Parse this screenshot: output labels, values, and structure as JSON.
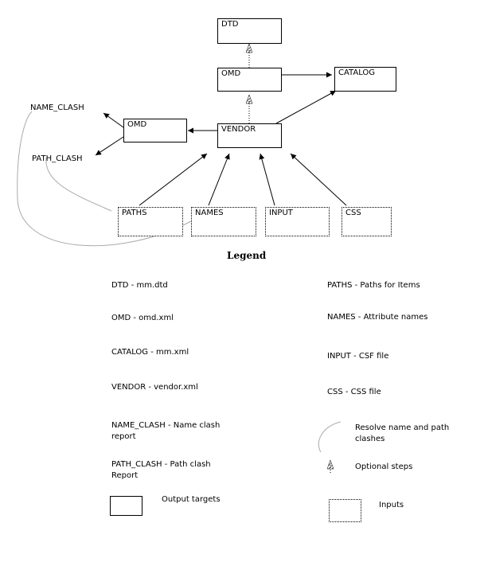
{
  "diagram": {
    "nodes": {
      "dtd": "DTD",
      "omd_top": "OMD",
      "catalog": "CATALOG",
      "omd_left": "OMD",
      "vendor": "VENDOR",
      "paths": "PATHS",
      "names": "NAMES",
      "input": "INPUT",
      "css": "CSS"
    },
    "outputs": {
      "name_clash": "NAME_CLASH",
      "path_clash": "PATH_CLASH"
    }
  },
  "legend": {
    "title": "Legend",
    "left": [
      "DTD - mm.dtd",
      "OMD - omd.xml",
      "CATALOG - mm.xml",
      "VENDOR - vendor.xml",
      "NAME_CLASH - Name clash report",
      "PATH_CLASH - Path clash Report"
    ],
    "right": [
      "PATHS - Paths for Items",
      "NAMES - Attribute names",
      "INPUT - CSF file",
      "CSS - CSS file"
    ],
    "symbols": {
      "output_targets": "Output targets",
      "resolve": "Resolve name and path clashes",
      "optional": "Optional steps",
      "inputs": "Inputs"
    }
  }
}
